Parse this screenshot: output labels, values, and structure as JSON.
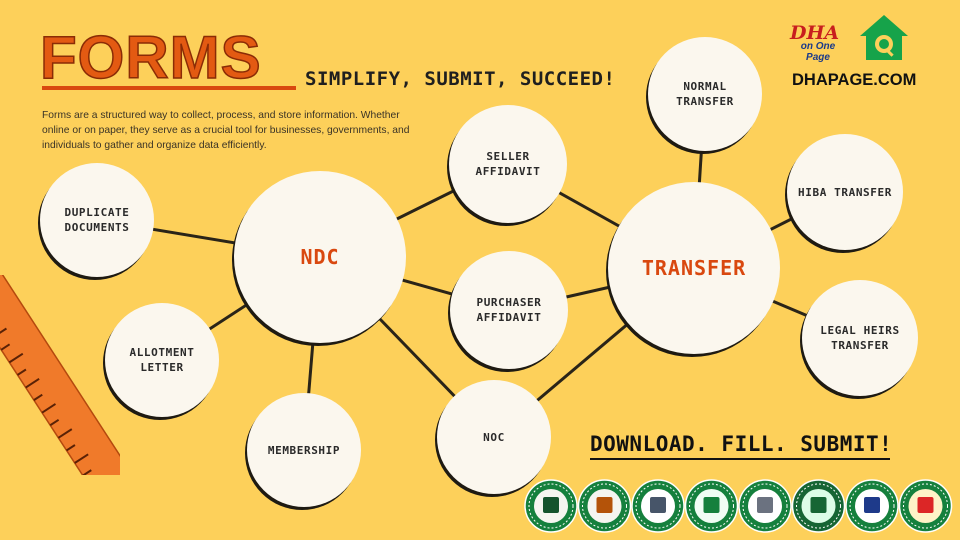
{
  "header": {
    "title": "FORMS",
    "tagline": "SIMPLIFY, SUBMIT, SUCCEED!",
    "intro": "Forms are a structured way to collect, process, and store information. Whether online or on paper, they serve as a crucial tool for businesses, governments, and individuals to gather and organize data efficiently."
  },
  "brand": {
    "name": "DHA",
    "tagline": "on One Page",
    "url": "DHAPAGE.COM",
    "icon": "house-search-icon",
    "colors": {
      "dha": "#c81e1e",
      "tagline": "#1b3a8a",
      "house": "#16a34a"
    }
  },
  "diagram": {
    "nodes": [
      {
        "id": "ndc",
        "label": "NDC",
        "size": "big"
      },
      {
        "id": "transfer",
        "label": "TRANSFER",
        "size": "big"
      },
      {
        "id": "duplicate_documents",
        "label": "DUPLICATE DOCUMENTS"
      },
      {
        "id": "allotment_letter",
        "label": "ALLOTMENT LETTER"
      },
      {
        "id": "membership",
        "label": "MEMBERSHIP"
      },
      {
        "id": "noc",
        "label": "NOC"
      },
      {
        "id": "seller_affidavit",
        "label": "SELLER AFFIDAVIT"
      },
      {
        "id": "purchaser_affidavit",
        "label": "PURCHASER AFFIDAVIT"
      },
      {
        "id": "normal_transfer",
        "label": "NORMAL TRANSFER"
      },
      {
        "id": "hiba_transfer",
        "label": "HIBA TRANSFER"
      },
      {
        "id": "legal_heirs_transfer",
        "label": "LEGAL HEIRS TRANSFER"
      }
    ],
    "edges": [
      [
        "ndc",
        "duplicate_documents"
      ],
      [
        "ndc",
        "allotment_letter"
      ],
      [
        "ndc",
        "membership"
      ],
      [
        "ndc",
        "noc"
      ],
      [
        "ndc",
        "seller_affidavit"
      ],
      [
        "ndc",
        "purchaser_affidavit"
      ],
      [
        "transfer",
        "seller_affidavit"
      ],
      [
        "transfer",
        "purchaser_affidavit"
      ],
      [
        "transfer",
        "noc"
      ],
      [
        "transfer",
        "normal_transfer"
      ],
      [
        "transfer",
        "hiba_transfer"
      ],
      [
        "transfer",
        "legal_heirs_transfer"
      ]
    ],
    "colors": {
      "accent": "#d9480f",
      "node_fill": "#fbf7ee",
      "background": "#fdd05a",
      "line": "#2a2418"
    }
  },
  "cta": {
    "text": "DOWNLOAD. FILL. SUBMIT!"
  },
  "decoration": {
    "ruler_icon": "ruler-icon",
    "seal_icon": "dha-seal-icon"
  },
  "seals": [
    {
      "id": "lahore",
      "colors": {
        "ring": "#15803d",
        "inner": "#f5f5f0",
        "emblem": "#14532d"
      }
    },
    {
      "id": "multan",
      "colors": {
        "ring": "#15803d",
        "inner": "#f5f5f0",
        "emblem": "#b45309"
      }
    },
    {
      "id": "bahawalpur",
      "colors": {
        "ring": "#15803d",
        "inner": "#ffffff",
        "emblem": "#475569"
      }
    },
    {
      "id": "karachi",
      "colors": {
        "ring": "#15803d",
        "inner": "#f0fdf4",
        "emblem": "#15803d"
      }
    },
    {
      "id": "quetta",
      "colors": {
        "ring": "#15803d",
        "inner": "#ffffff",
        "emblem": "#6b7280"
      }
    },
    {
      "id": "islamabad",
      "colors": {
        "ring": "#166534",
        "inner": "#dcfce7",
        "emblem": "#166534"
      }
    },
    {
      "id": "peshawar",
      "colors": {
        "ring": "#15803d",
        "inner": "#ffffff",
        "emblem": "#1e3a8a"
      }
    },
    {
      "id": "gujranwala",
      "colors": {
        "ring": "#15803d",
        "inner": "#fef3c7",
        "emblem": "#dc2626"
      }
    }
  ]
}
